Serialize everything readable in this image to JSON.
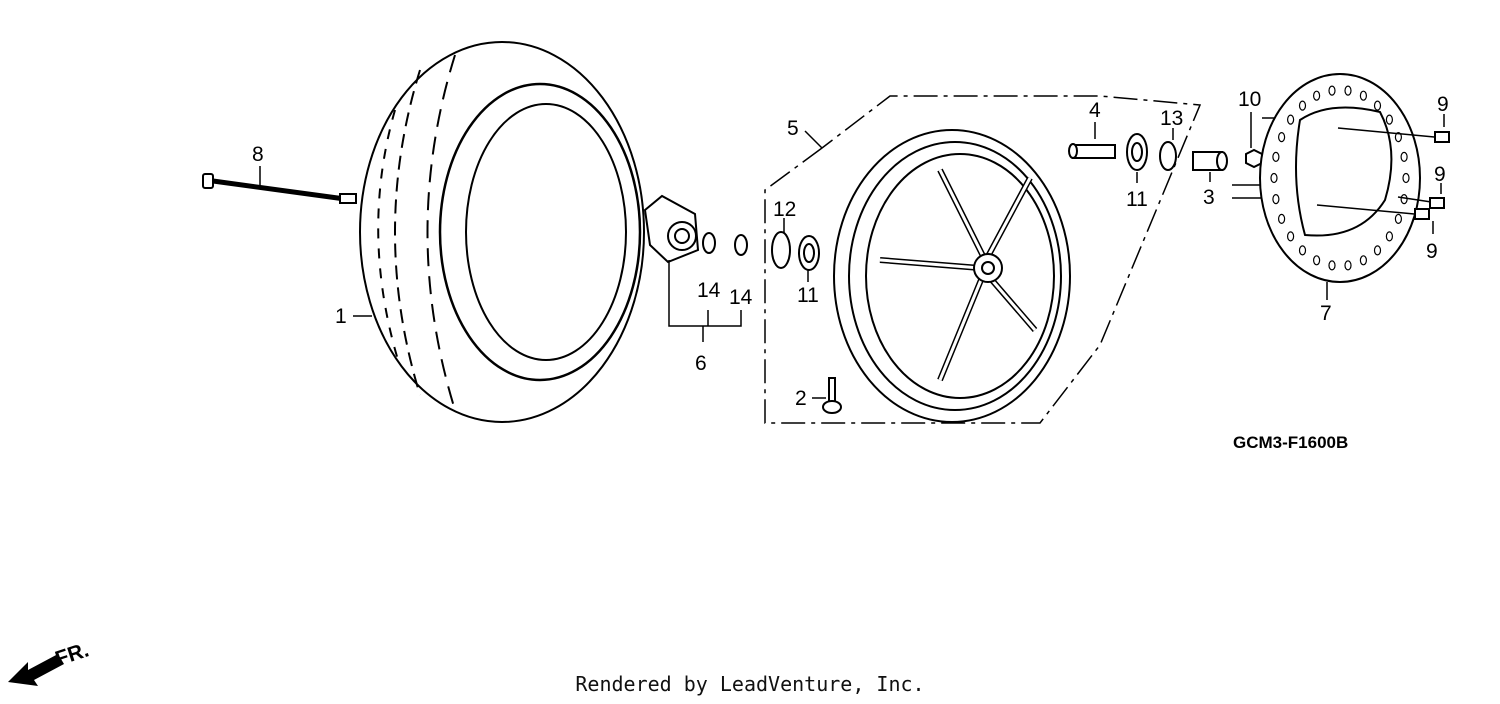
{
  "diagram": {
    "code": "GCM3-F1600B",
    "direction_label": "FR.",
    "credit": "Rendered by LeadVenture, Inc.",
    "callouts": {
      "c1": "1",
      "c2": "2",
      "c3": "3",
      "c4": "4",
      "c5": "5",
      "c6": "6",
      "c7": "7",
      "c8": "8",
      "c9a": "9",
      "c9b": "9",
      "c9c": "9",
      "c10": "10",
      "c11a": "11",
      "c11b": "11",
      "c12": "12",
      "c13": "13",
      "c14a": "14",
      "c14b": "14"
    }
  }
}
